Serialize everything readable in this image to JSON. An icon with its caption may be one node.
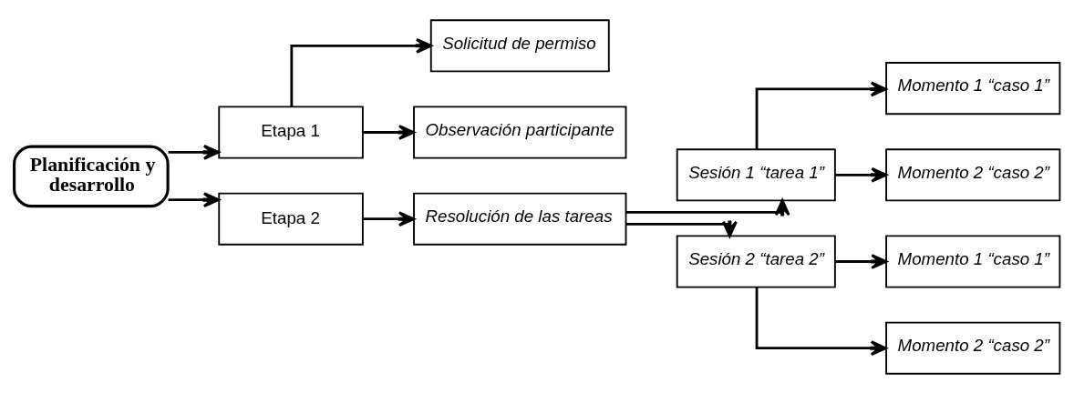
{
  "diagram": {
    "nodes": [
      {
        "text": [
          "Planificación y desarrollo"
        ]
      },
      {
        "text": [
          "Etapa 1"
        ]
      },
      {
        "text": [
          "Solicitud de permiso"
        ]
      },
      {
        "text": [
          "Observación participante"
        ]
      },
      {
        "text": [
          "Etapa 2"
        ]
      },
      {
        "text": [
          "Resolución de las tareas"
        ]
      },
      {
        "text": [
          "Sesión 1 “tarea 1”"
        ]
      },
      {
        "text": [
          "Momento 1 “caso 1”"
        ]
      },
      {
        "text": [
          "Momento 2 “caso 2”"
        ]
      },
      {
        "text": [
          "Sesión 2 “tarea 2”"
        ]
      },
      {
        "text": [
          "Momento 1 “caso 1”"
        ]
      },
      {
        "text": [
          "Momento 2 “caso 2”"
        ]
      }
    ],
    "edges": [
      {
        "from": 0,
        "to": 1,
        "arrow": "to"
      },
      {
        "from": 0,
        "to": 4,
        "arrow": "to"
      },
      {
        "from": 1,
        "to": 2,
        "arrow": "to"
      },
      {
        "from": 1,
        "to": 3,
        "arrow": "to"
      },
      {
        "from": 4,
        "to": 5,
        "arrow": "to"
      },
      {
        "from": 5,
        "to": 6,
        "arrow": "to"
      },
      {
        "from": 5,
        "to": 9,
        "arrow": "to"
      },
      {
        "from": 6,
        "to": 7,
        "arrow": "to"
      },
      {
        "from": 6,
        "to": 8,
        "arrow": "to"
      },
      {
        "from": 9,
        "to": 10,
        "arrow": "to"
      },
      {
        "from": 9,
        "to": 11,
        "arrow": "to"
      }
    ]
  }
}
